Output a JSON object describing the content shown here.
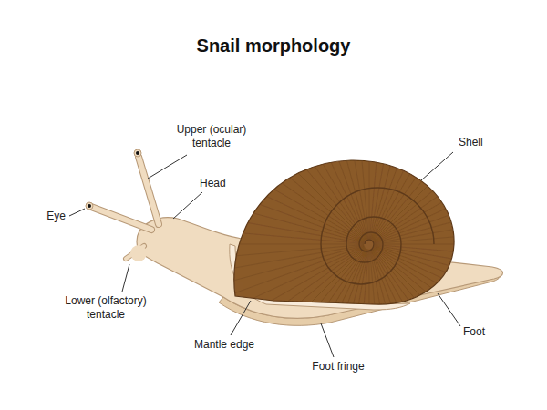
{
  "diagram": {
    "title": "Snail morphology",
    "labels": [
      "Upper (ocular) tentacle",
      "Shell",
      "Head",
      "Eye",
      "Lower (olfactory) tentacle",
      "Foot",
      "Mantle edge",
      "Foot fringe"
    ]
  }
}
